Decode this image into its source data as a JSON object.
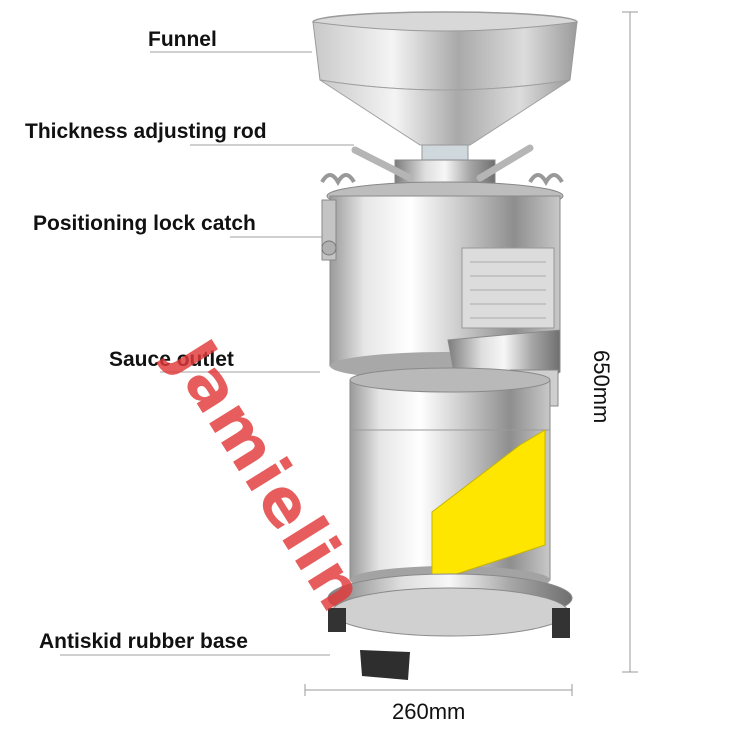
{
  "labels": {
    "funnel": "Funnel",
    "thickness_rod": "Thickness adjusting rod",
    "lock_catch": "Positioning lock catch",
    "sauce_outlet": "Sauce outlet",
    "base": "Antiskid rubber base"
  },
  "dimensions": {
    "height": "650mm",
    "width": "260mm"
  },
  "watermark": "Jamielin",
  "colors": {
    "steel_light": "#f2f2f2",
    "steel_dark": "#8c8c8c",
    "label_panel": "#ffe600",
    "watermark": "#e23a3a"
  }
}
